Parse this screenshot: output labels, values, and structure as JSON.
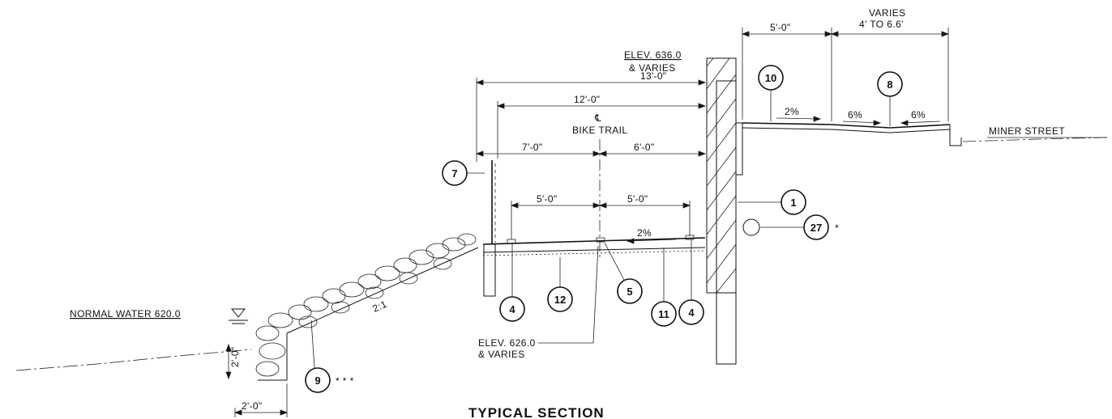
{
  "title": "TYPICAL SECTION",
  "labels": {
    "elev_top": "ELEV. 636.0",
    "elev_top_varies": "& VARIES",
    "centerline_symbol": "℄",
    "bike_trail": "BIKE TRAIL",
    "miner_street": "MINER STREET",
    "normal_water": "NORMAL WATER 620.0",
    "elev_bottom": "ELEV. 626.0",
    "elev_bottom_varies": "& VARIES",
    "varies": "VARIES",
    "varies_range": "4' TO 6.6'",
    "slope_ratio": "2:1",
    "asterisk_single": "*",
    "asterisk_triple": "* * *"
  },
  "dimensions": {
    "d13": "13'-0\"",
    "d12": "12'-0\"",
    "d7": "7'-0\"",
    "d6": "6'-0\"",
    "d5_left": "5'-0\"",
    "d5_right": "5'-0\"",
    "d5_top": "5'-0\"",
    "d2_vert": "2'-0\"",
    "d2_horiz": "2'-0\""
  },
  "slopes": {
    "trail": "2%",
    "sidewalk": "2%",
    "street_left": "6%",
    "street_right": "6%"
  },
  "callouts": {
    "c1": "1",
    "c4a": "4",
    "c4b": "4",
    "c5": "5",
    "c7": "7",
    "c8": "8",
    "c9": "9",
    "c10": "10",
    "c11": "11",
    "c12": "12",
    "c27": "27"
  },
  "icons": {
    "water_level": "triangle-down-icon",
    "utility_pipe": "circle-icon"
  }
}
